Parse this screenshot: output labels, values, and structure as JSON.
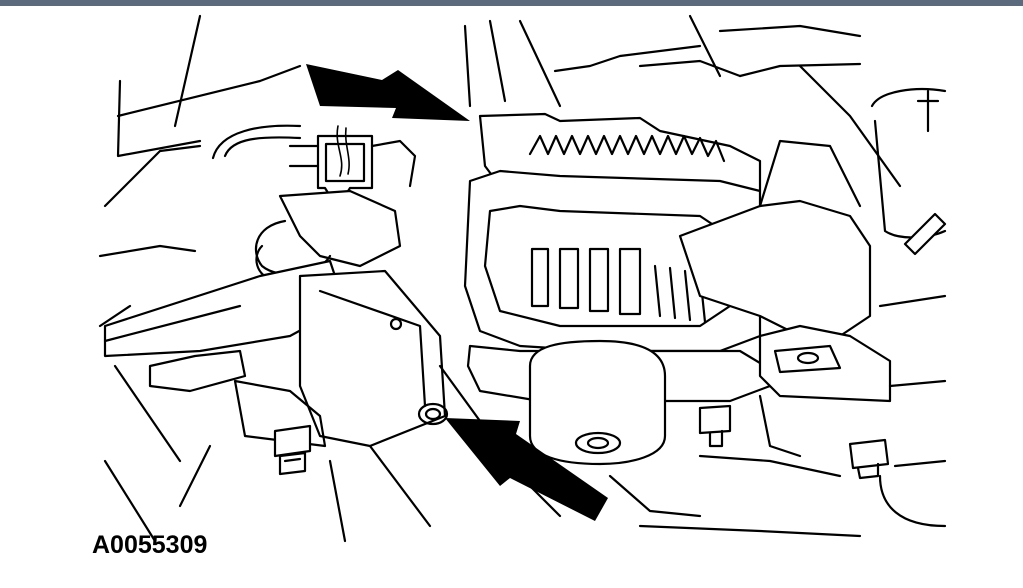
{
  "figure": {
    "reference_id": "A0055309",
    "colors": {
      "topbar": "#5b6b7d",
      "lines": "#000000",
      "background": "#ffffff"
    },
    "callouts": [
      {
        "name": "upper-arrow",
        "direction": "pointing-right-down"
      },
      {
        "name": "lower-arrow",
        "direction": "pointing-left-up"
      }
    ]
  }
}
